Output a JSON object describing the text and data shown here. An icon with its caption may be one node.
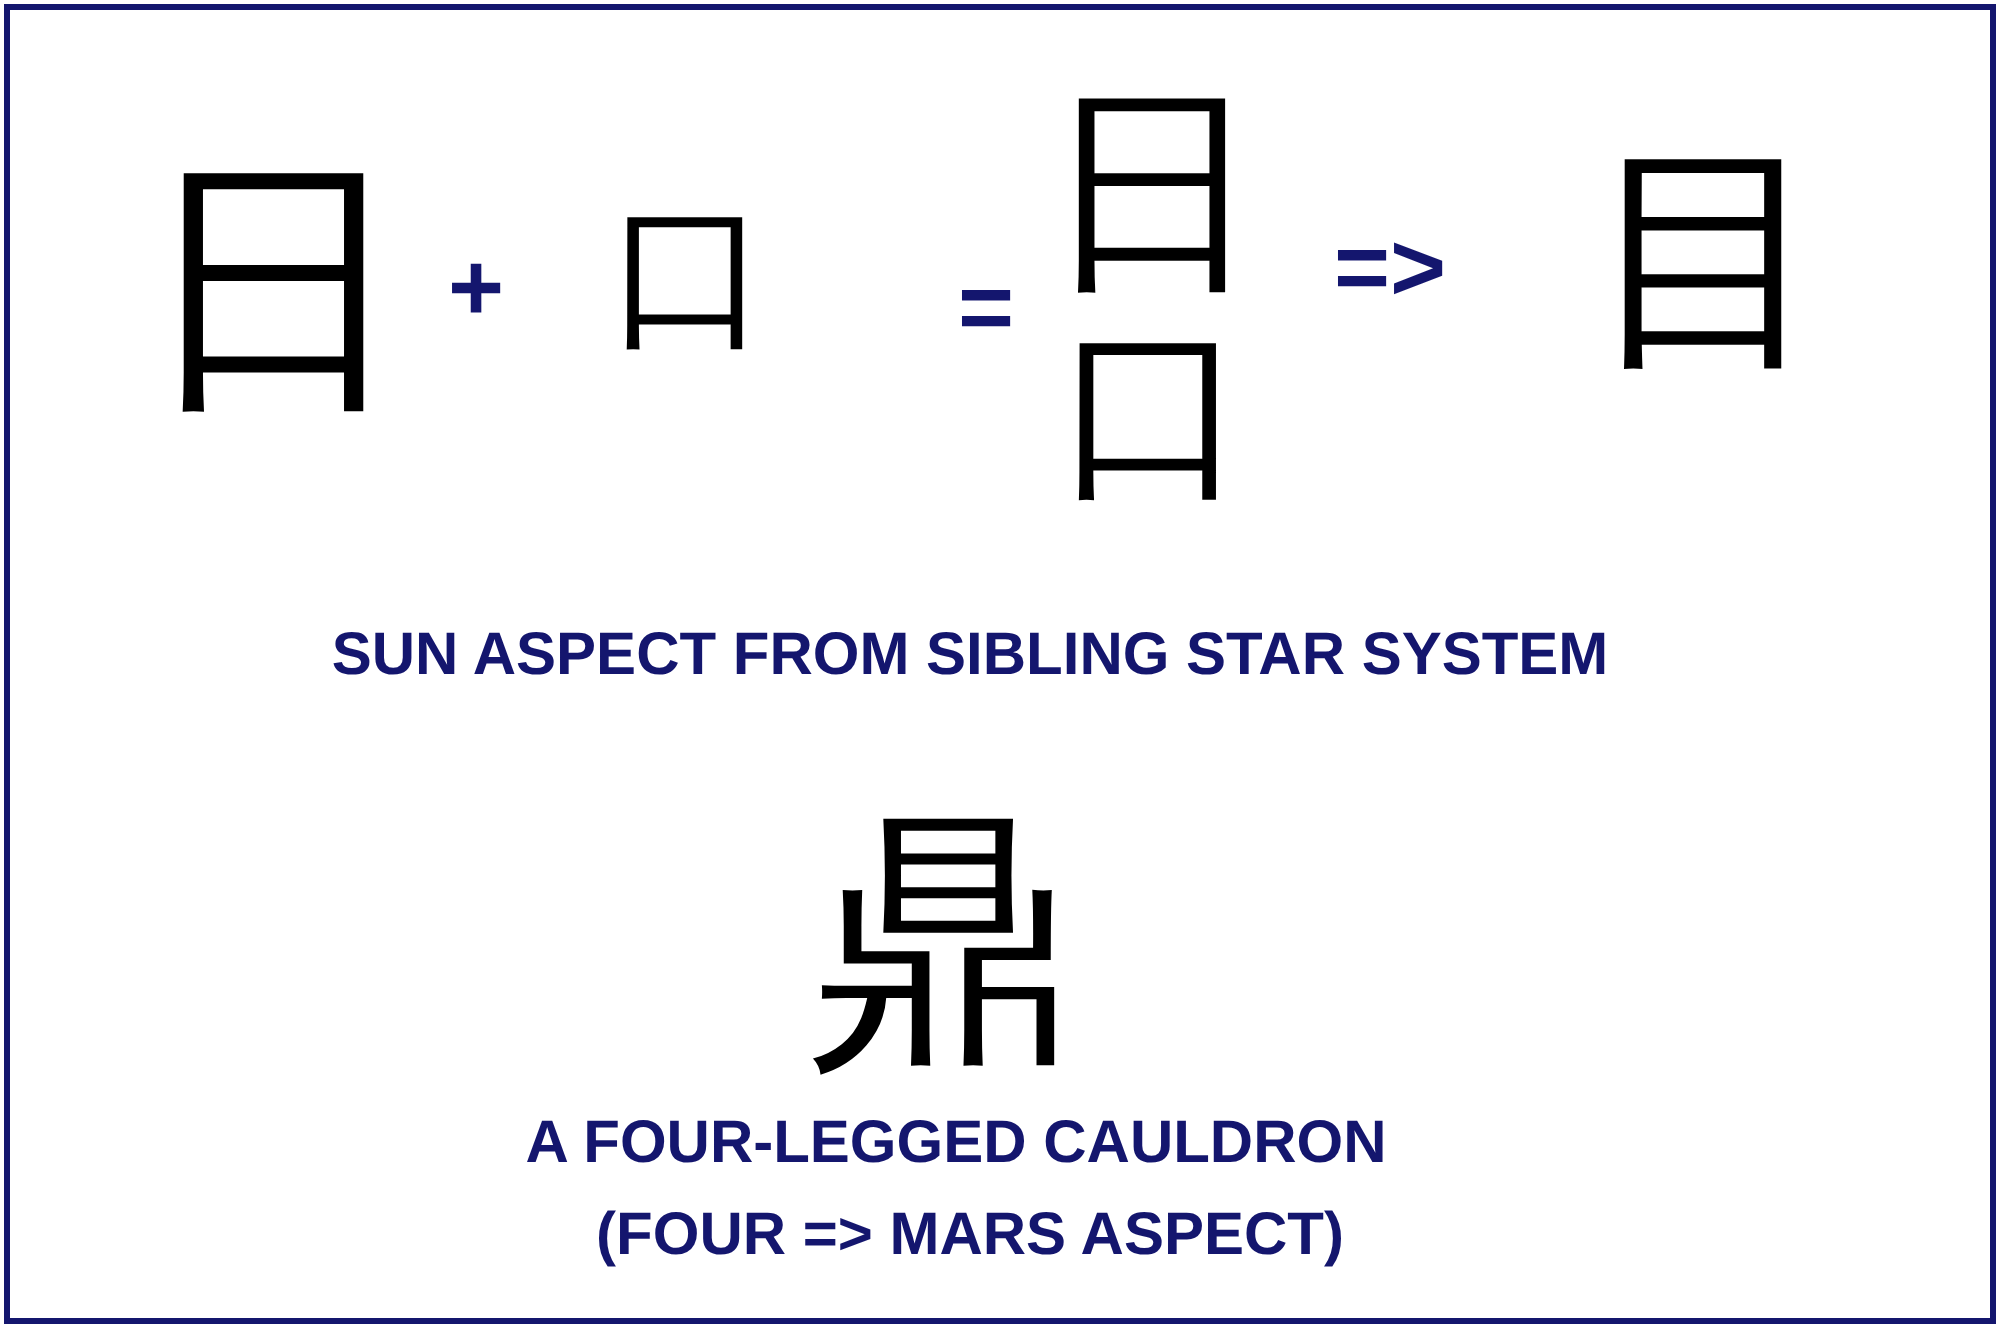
{
  "diagram": {
    "labels": [
      "日",
      "+",
      "口",
      "=",
      "日",
      "口",
      "=>",
      "目",
      "SUN ASPECT FROM SIBLING STAR SYSTEM",
      "鼎",
      "A FOUR-LEGGED CAULDRON",
      "(FOUR => MARS ASPECT)"
    ]
  }
}
